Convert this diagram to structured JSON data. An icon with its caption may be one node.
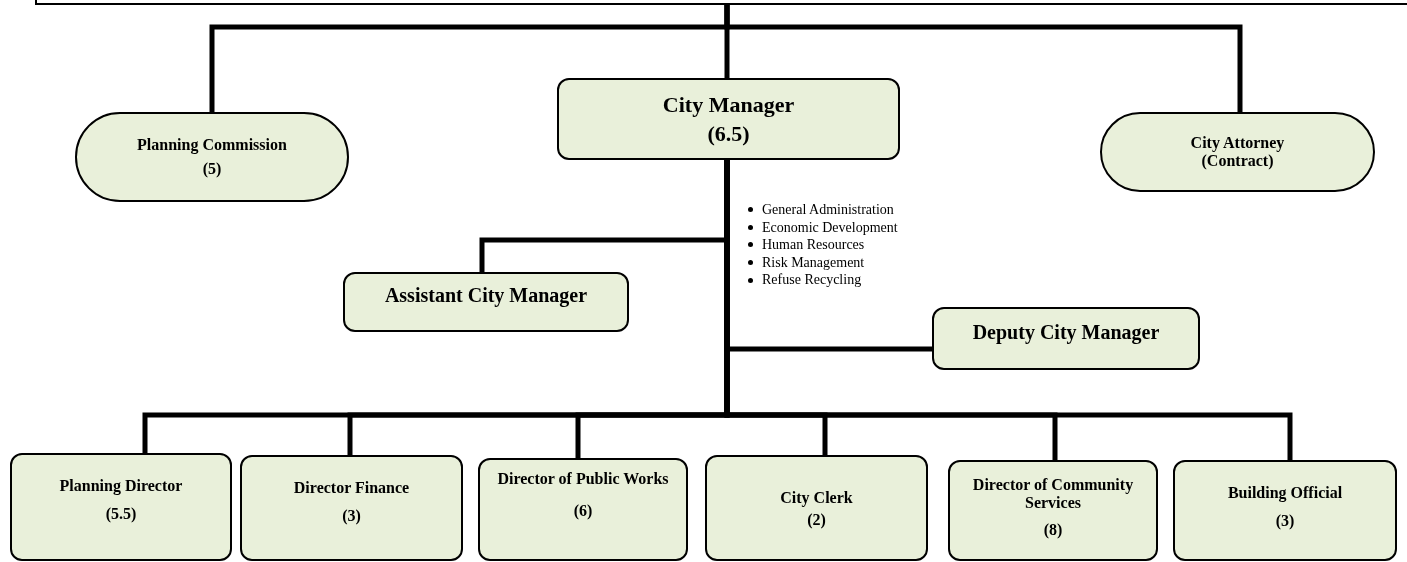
{
  "diagram": {
    "nodes": [
      {
        "text": [],
        "shape": "box"
      },
      {
        "text": [
          "Planning Commission",
          "(5)"
        ]
      },
      {
        "text": [
          "City Manager",
          "(6.5)"
        ]
      },
      {
        "text": [
          "City Attorney (Contract)"
        ]
      },
      {
        "text": [
          "Assistant City Manager"
        ]
      },
      {
        "text": [
          "Deputy City Manager"
        ]
      },
      {
        "text": [
          "Planning Director",
          "(5.5)"
        ]
      },
      {
        "text": [
          "Director Finance",
          "(3)"
        ]
      },
      {
        "text": [
          "Director of Public Works",
          "(6)"
        ]
      },
      {
        "text": [
          "City Clerk",
          "(2)"
        ]
      },
      {
        "text": [
          "Director of Community Services",
          "(8)"
        ]
      },
      {
        "text": [
          "Building Official",
          "(3)"
        ]
      }
    ],
    "edges": [
      {
        "from": 0,
        "to": 1,
        "arrow": "none"
      },
      {
        "from": 0,
        "to": 2,
        "arrow": "none"
      },
      {
        "from": 0,
        "to": 3,
        "arrow": "none"
      },
      {
        "from": 2,
        "to": 4,
        "arrow": "none"
      },
      {
        "from": 2,
        "to": 5,
        "arrow": "none"
      },
      {
        "from": 2,
        "to": 6,
        "arrow": "none"
      },
      {
        "from": 2,
        "to": 7,
        "arrow": "none"
      },
      {
        "from": 2,
        "to": 8,
        "arrow": "none"
      },
      {
        "from": 2,
        "to": 9,
        "arrow": "none"
      },
      {
        "from": 2,
        "to": 10,
        "arrow": "none"
      },
      {
        "from": 2,
        "to": 11,
        "arrow": "none"
      }
    ],
    "labels": [
      "General Administration",
      "Economic Development",
      "Human Resources",
      "Risk Management",
      "Refuse Recycling"
    ]
  }
}
